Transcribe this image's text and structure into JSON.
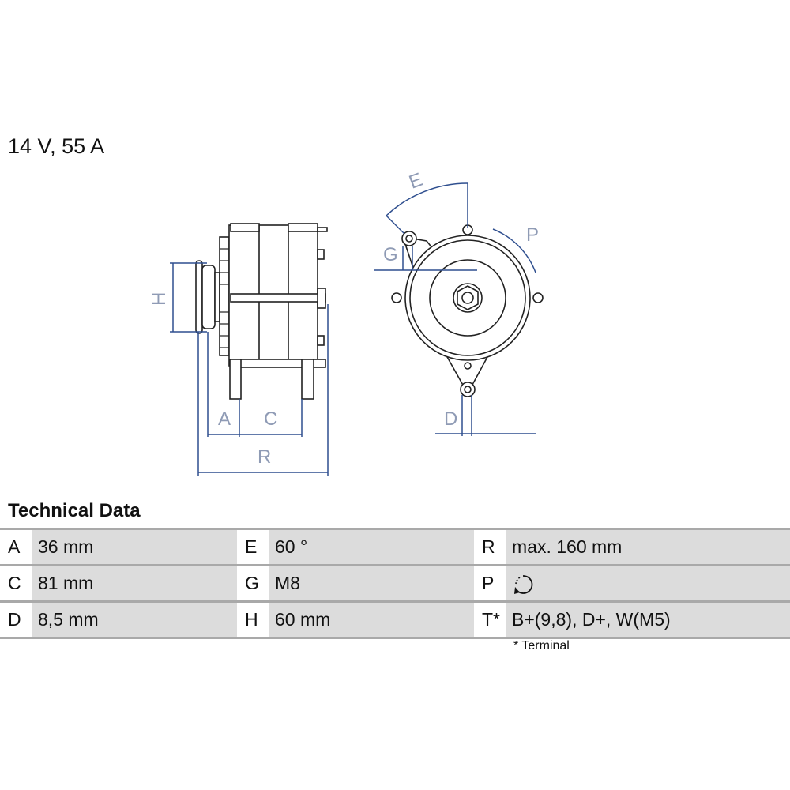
{
  "headline": "14 V, 55 A",
  "section_title": "Technical Data",
  "diagram_labels": {
    "H": "H",
    "A": "A",
    "C": "C",
    "R": "R",
    "E": "E",
    "G": "G",
    "P": "P",
    "D": "D"
  },
  "table": {
    "rows": [
      [
        {
          "label": "A",
          "value": "36 mm"
        },
        {
          "label": "E",
          "value": "60 °"
        },
        {
          "label": "R",
          "value": "max. 160 mm"
        }
      ],
      [
        {
          "label": "C",
          "value": "81 mm"
        },
        {
          "label": "G",
          "value": "M8"
        },
        {
          "label": "P",
          "value": "",
          "icon": "clockwise-rotation-icon"
        }
      ],
      [
        {
          "label": "D",
          "value": "8,5 mm"
        },
        {
          "label": "H",
          "value": "60 mm"
        },
        {
          "label": "T*",
          "value": "B+(9,8), D+, W(M5)"
        }
      ]
    ]
  },
  "footnote": "* Terminal",
  "colors": {
    "dimension": "#2f4f8f",
    "table_bg": "#dcdcdc",
    "table_border": "#a9a9a9"
  }
}
